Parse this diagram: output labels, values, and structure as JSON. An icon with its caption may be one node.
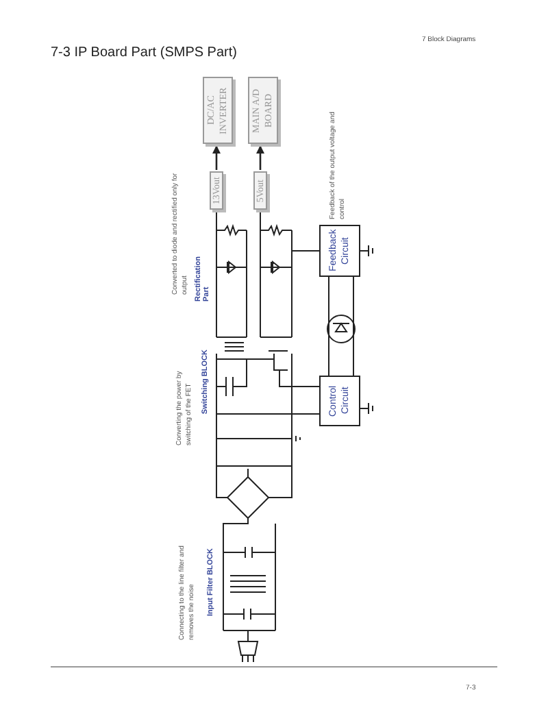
{
  "diagram": {
    "title": "7-3 IP Board Part (SMPS Part)",
    "nodes": [
      {
        "text": [
          "DC/AC INVERTER"
        ]
      },
      {
        "text": [
          "MAIN A/D BOARD"
        ]
      },
      {
        "text": [
          "13Vout"
        ]
      },
      {
        "text": [
          "5Vout"
        ]
      },
      {
        "text": [
          "Feedback Circuit"
        ],
        "beside": [
          "Feedback of the output voltage and control"
        ]
      },
      {
        "text": [
          "Control Circuit"
        ]
      }
    ],
    "edges": [
      {
        "from": 2,
        "to": 0,
        "arrow": "to"
      },
      {
        "from": 3,
        "to": 1,
        "arrow": "to"
      }
    ],
    "labels": [
      "7 Block Diagrams",
      "Converted to diode and rectified only for output",
      "Rectification Part",
      "Converting the power by switching of the FET",
      "Switching BLOCK",
      "Connecting to the line filter and removes the noise",
      "Input Filter BLOCK",
      "7-3"
    ]
  }
}
